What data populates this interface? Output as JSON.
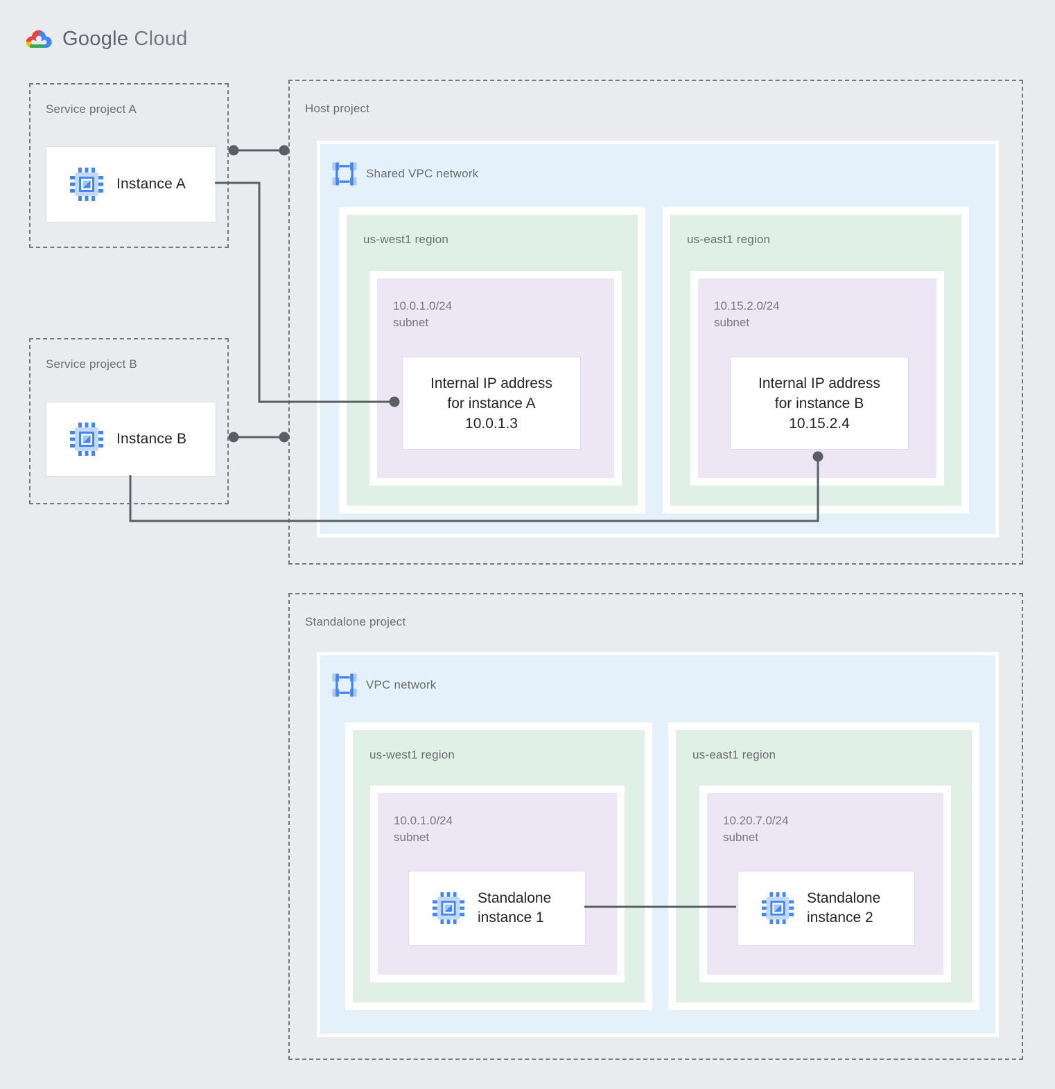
{
  "logo": {
    "primary": "Google",
    "secondary": "Cloud"
  },
  "palette": {
    "background": "#E9EBEE",
    "vpc_blue": "#E4F1FA",
    "region_green": "#E1F0E7",
    "subnet_purple": "#ECE6F5",
    "card_border": "#DADCE0",
    "connector_gray": "#5A5F63",
    "dashed_border": "#74787C",
    "icon_blue": "#4285F4",
    "icon_light_blue": "#A8C7FA",
    "google_red": "#EA4335",
    "google_yellow": "#FBBC04",
    "google_green": "#34A853",
    "google_blue": "#4285F4"
  },
  "service_project_a": {
    "label": "Service project A",
    "instance_label": "Instance A"
  },
  "service_project_b": {
    "label": "Service project B",
    "instance_label": "Instance B"
  },
  "host_project": {
    "label": "Host project",
    "network_label": "Shared VPC network",
    "regions": [
      {
        "label": "us-west1 region",
        "subnet_lines": [
          "10.0.1.0/24",
          "subnet"
        ],
        "card_lines": [
          "Internal IP address",
          "for instance A",
          "10.0.1.3"
        ]
      },
      {
        "label": "us-east1 region",
        "subnet_lines": [
          "10.15.2.0/24",
          "subnet"
        ],
        "card_lines": [
          "Internal IP address",
          "for instance B",
          "10.15.2.4"
        ]
      }
    ]
  },
  "standalone_project": {
    "label": "Standalone project",
    "network_label": "VPC network",
    "regions": [
      {
        "label": "us-west1 region",
        "subnet_lines": [
          "10.0.1.0/24",
          "subnet"
        ],
        "instance_lines": [
          "Standalone",
          "instance 1"
        ]
      },
      {
        "label": "us-east1 region",
        "subnet_lines": [
          "10.20.7.0/24",
          "subnet"
        ],
        "instance_lines": [
          "Standalone",
          "instance 2"
        ]
      }
    ]
  }
}
